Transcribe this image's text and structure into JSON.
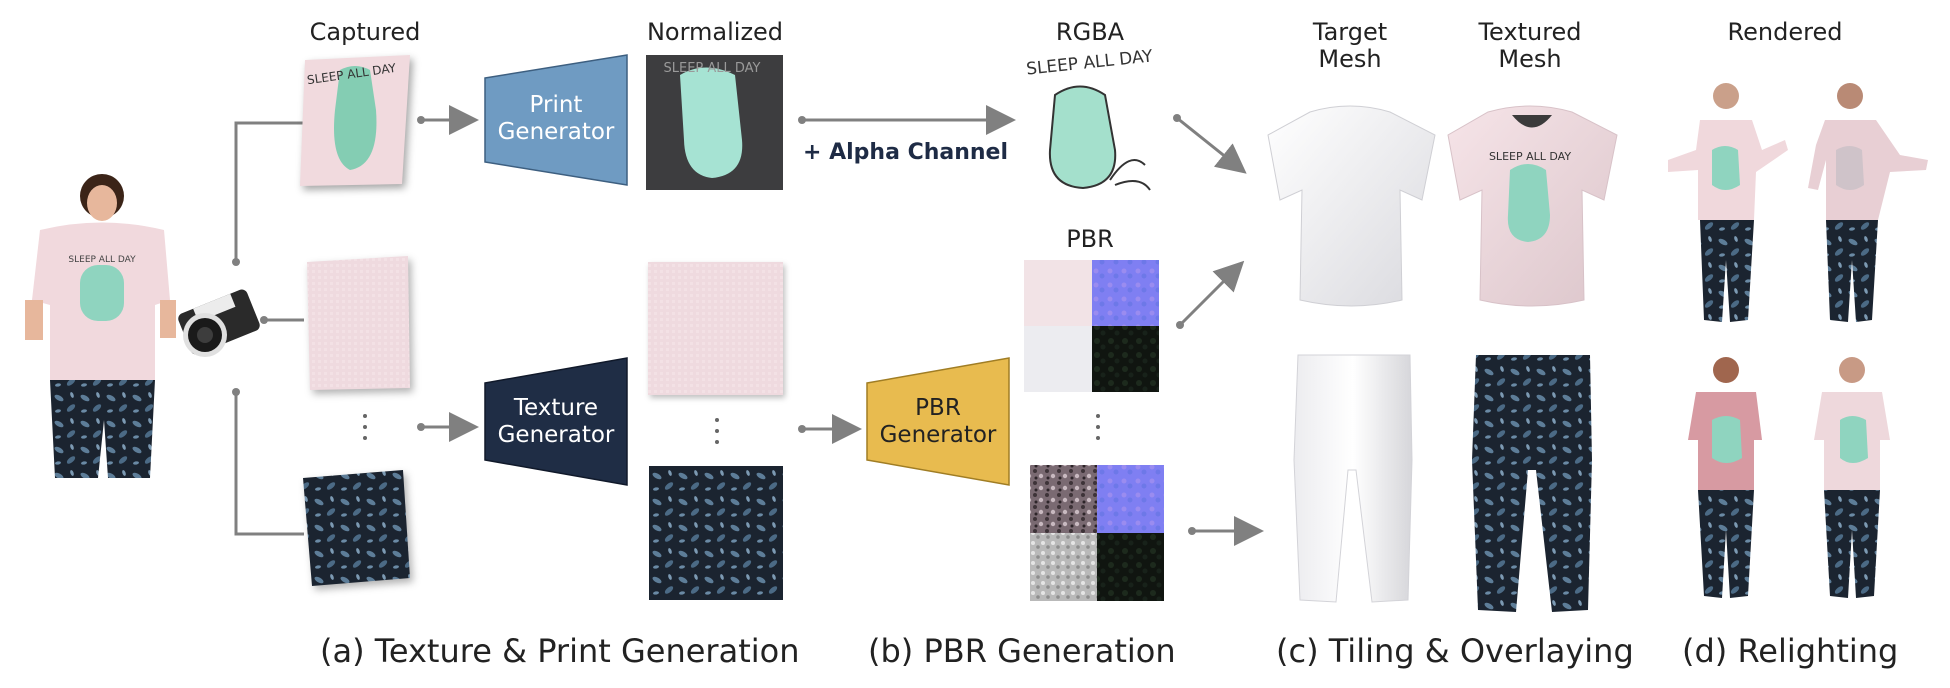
{
  "headers": {
    "captured": "Captured",
    "normalized": "Normalized",
    "rgba": "RGBA",
    "pbr": "PBR",
    "target_mesh": "Target\nMesh",
    "textured_mesh": "Textured\nMesh",
    "rendered": "Rendered"
  },
  "generators": {
    "print": [
      "Print",
      "Generator"
    ],
    "texture": [
      "Texture",
      "Generator"
    ],
    "pbr": [
      "PBR",
      "Generator"
    ]
  },
  "alpha_label": "+ Alpha Channel",
  "print_text": "SLEEP ALL DAY",
  "captions": {
    "a": "(a) Texture & Print Generation",
    "b": "(b) PBR Generation",
    "c": "(c) Tiling & Overlaying",
    "d": "(d) Relighting"
  },
  "colors": {
    "print_generator": "#6f9bc2",
    "texture_generator": "#1f2d45",
    "pbr_generator": "#e8bb4f",
    "pink_fabric": "#f2dde1",
    "dark_fabric": "#1b2430",
    "normal_map": "#8080f0",
    "arrow": "#808080"
  }
}
